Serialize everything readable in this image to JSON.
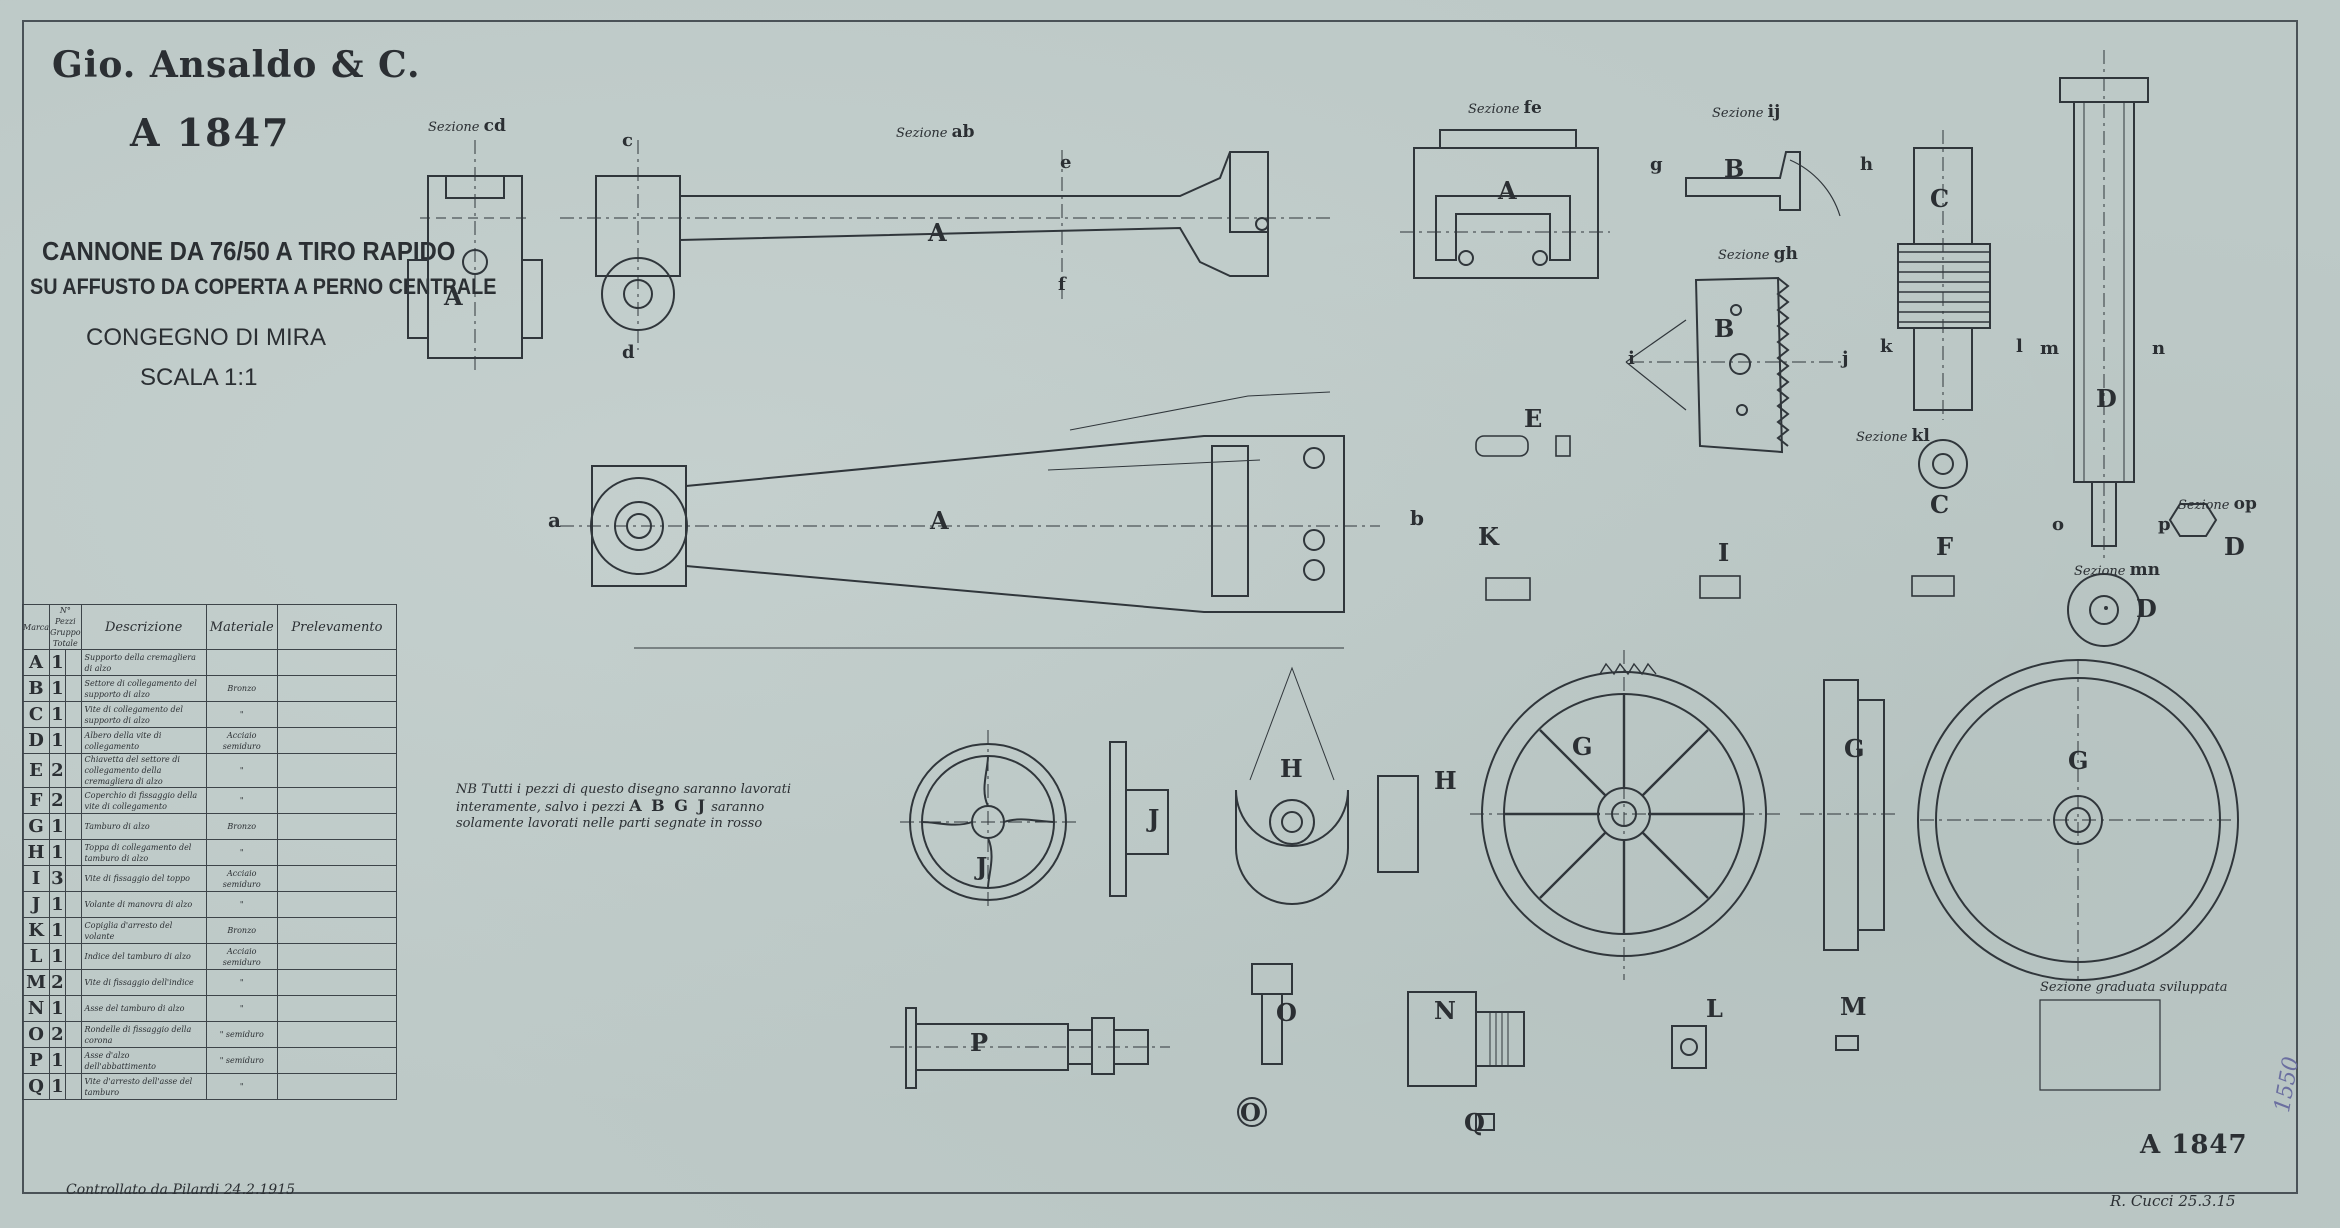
{
  "header": {
    "company": "Gio. Ansaldo & C.",
    "drawing_number": "A 1847",
    "title_line1": "CANNONE DA 76/50 A TIRO RAPIDO",
    "title_line2": "SU AFFUSTO DA COPERTA A PERNO CENTRALE",
    "subject": "CONGEGNO DI MIRA",
    "scale": "SCALA 1:1"
  },
  "footer": {
    "drawing_number": "A 1847",
    "checked_signature": "Controllato da Pilardi 24.2.1915",
    "author_signature": "R. Cucci 25.3.15",
    "margin_mark": "1550"
  },
  "note": {
    "prefix": "NB",
    "text": "Tutti i pezzi di questo disegno saranno lavorati interamente, salvo i pezzi",
    "parts": "A B G J",
    "text2": "saranno solamente lavorati nelle parti segnate in rosso"
  },
  "parts_table": {
    "headers": {
      "mark": "Marca",
      "qty": "N° Pezzi",
      "qty_sub1": "Gruppo",
      "qty_sub2": "Totale",
      "desc": "Descrizione",
      "material": "Materiale",
      "withdrawal": "Prelevamento"
    },
    "rows": [
      {
        "mark": "A",
        "qty": "1",
        "desc": "Supporto della cremagliera di alzo",
        "material": ""
      },
      {
        "mark": "B",
        "qty": "1",
        "desc": "Settore di collegamento del supporto di alzo",
        "material": "Bronzo"
      },
      {
        "mark": "C",
        "qty": "1",
        "desc": "Vite di collegamento del supporto di alzo",
        "material": "\""
      },
      {
        "mark": "D",
        "qty": "1",
        "desc": "Albero della vite di collegamento",
        "material": "Acciaio semiduro"
      },
      {
        "mark": "E",
        "qty": "2",
        "desc": "Chiavetta del settore di collegamento della cremagliera di alzo",
        "material": "\""
      },
      {
        "mark": "F",
        "qty": "2",
        "desc": "Coperchio di fissaggio della vite di collegamento",
        "material": "\""
      },
      {
        "mark": "G",
        "qty": "1",
        "desc": "Tamburo di alzo",
        "material": "Bronzo"
      },
      {
        "mark": "H",
        "qty": "1",
        "desc": "Toppa di collegamento del tamburo di alzo",
        "material": "\""
      },
      {
        "mark": "I",
        "qty": "3",
        "desc": "Vite di fissaggio del toppo",
        "material": "Acciaio semiduro"
      },
      {
        "mark": "J",
        "qty": "1",
        "desc": "Volante di manovra di alzo",
        "material": "\""
      },
      {
        "mark": "K",
        "qty": "1",
        "desc": "Copiglia d'arresto del volante",
        "material": "Bronzo"
      },
      {
        "mark": "L",
        "qty": "1",
        "desc": "Indice del tamburo di alzo",
        "material": "Acciaio semiduro"
      },
      {
        "mark": "M",
        "qty": "2",
        "desc": "Vite di fissaggio dell'indice",
        "material": "\""
      },
      {
        "mark": "N",
        "qty": "1",
        "desc": "Asse del tamburo di alzo",
        "material": "\""
      },
      {
        "mark": "O",
        "qty": "2",
        "desc": "Rondelle di fissaggio della corona",
        "material": "\" semiduro"
      },
      {
        "mark": "P",
        "qty": "1",
        "desc": "Asse d'alzo dell'abbattimento",
        "material": "\" semiduro"
      },
      {
        "mark": "Q",
        "qty": "1",
        "desc": "Vite d'arresto dell'asse del tamburo",
        "material": "\""
      }
    ]
  },
  "labels": {
    "A": "A",
    "B": "B",
    "C": "C",
    "D": "D",
    "E": "E",
    "F": "F",
    "G": "G",
    "H": "H",
    "I": "I",
    "J": "J",
    "K": "K",
    "L": "L",
    "M": "M",
    "N": "N",
    "O": "O",
    "P": "P",
    "Q": "Q",
    "sec_cd": "Sezione",
    "sec_cd_b": "cd",
    "sec_ab": "Sezione",
    "sec_ab_b": "ab",
    "sec_fe": "Sezione",
    "sec_fe_b": "fe",
    "sec_ij": "Sezione",
    "sec_ij_b": "ij",
    "sec_gh": "Sezione",
    "sec_gh_b": "gh",
    "sec_kl": "Sezione",
    "sec_kl_b": "kl",
    "sec_mn": "Sezione",
    "sec_mn_b": "mn",
    "sec_op": "Sezione",
    "sec_op_b": "op",
    "sec_graduated": "Sezione graduata sviluppata",
    "c": "c",
    "d": "d",
    "e": "e",
    "f": "f",
    "a": "a",
    "b": "b",
    "g": "g",
    "h": "h",
    "i": "i",
    "j": "j",
    "k": "k",
    "l": "l",
    "m": "m",
    "n": "n",
    "o": "o",
    "p": "p"
  },
  "colors": {
    "paper": "#bdc9c7",
    "ink": "#2b2f33",
    "stamp_ink": "#6b6fa0"
  }
}
